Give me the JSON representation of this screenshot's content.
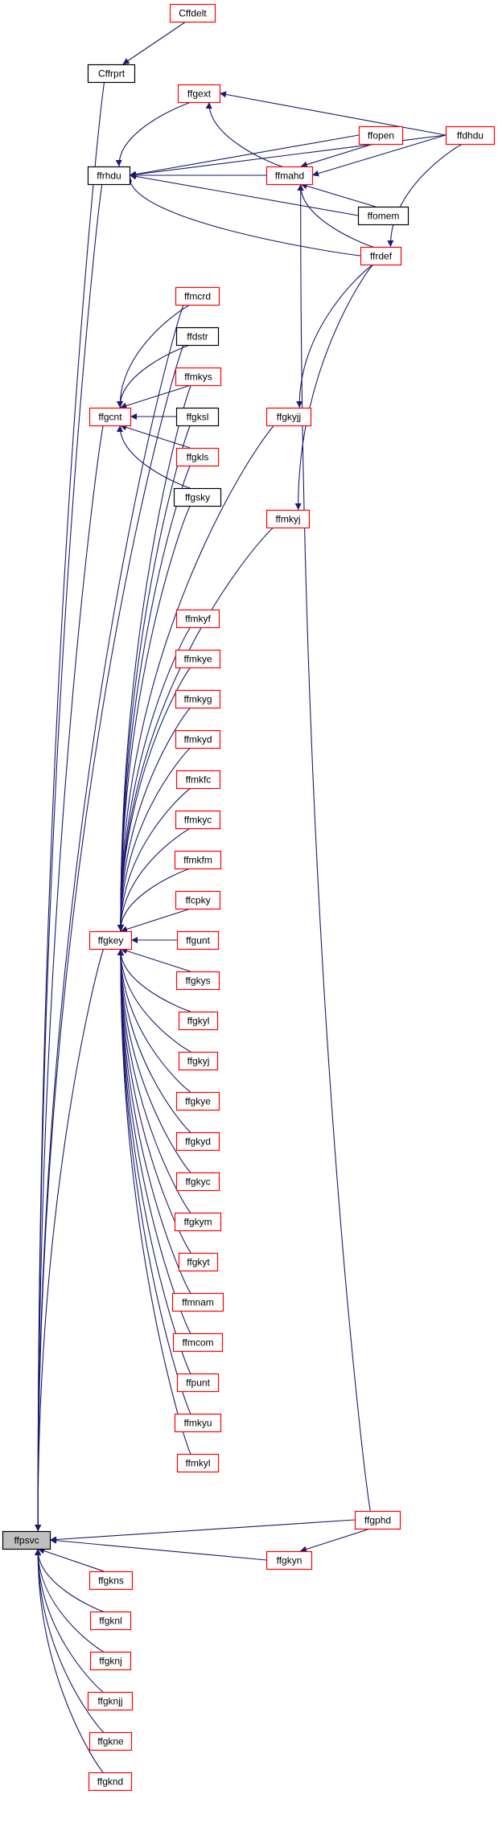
{
  "colors": {
    "edge": "#191970",
    "linked_border": "#ff0000",
    "plain_border": "#000000",
    "focus_fill": "#bfbfbf",
    "node_fill": "#ffffff"
  },
  "nodes": [
    {
      "id": "ffpsvc",
      "label": "ffpsvc",
      "kind": "focus"
    },
    {
      "id": "Cffdelt",
      "label": "Cffdelt",
      "kind": "linked"
    },
    {
      "id": "Cffrprt",
      "label": "Cffrprt",
      "kind": "plain"
    },
    {
      "id": "ffgext",
      "label": "ffgext",
      "kind": "linked"
    },
    {
      "id": "ffdhdu",
      "label": "ffdhdu",
      "kind": "linked"
    },
    {
      "id": "ffopen",
      "label": "ffopen",
      "kind": "linked"
    },
    {
      "id": "ffrhdu",
      "label": "ffrhdu",
      "kind": "plain"
    },
    {
      "id": "ffmahd",
      "label": "ffmahd",
      "kind": "linked"
    },
    {
      "id": "ffomem",
      "label": "ffomem",
      "kind": "plain"
    },
    {
      "id": "ffrdef",
      "label": "ffrdef",
      "kind": "linked"
    },
    {
      "id": "ffmcrd",
      "label": "ffmcrd",
      "kind": "linked"
    },
    {
      "id": "ffdstr",
      "label": "ffdstr",
      "kind": "plain"
    },
    {
      "id": "ffmkys",
      "label": "ffmkys",
      "kind": "linked"
    },
    {
      "id": "ffgcnt",
      "label": "ffgcnt",
      "kind": "linked"
    },
    {
      "id": "ffgksl",
      "label": "ffgksl",
      "kind": "plain"
    },
    {
      "id": "ffgkyjj",
      "label": "ffgkyjj",
      "kind": "linked"
    },
    {
      "id": "ffgkls",
      "label": "ffgkls",
      "kind": "linked"
    },
    {
      "id": "ffgsky",
      "label": "ffgsky",
      "kind": "plain"
    },
    {
      "id": "ffmkyj",
      "label": "ffmkyj",
      "kind": "linked"
    },
    {
      "id": "ffmkyf",
      "label": "ffmkyf",
      "kind": "linked"
    },
    {
      "id": "ffmkye",
      "label": "ffmkye",
      "kind": "linked"
    },
    {
      "id": "ffmkyg",
      "label": "ffmkyg",
      "kind": "linked"
    },
    {
      "id": "ffmkyd",
      "label": "ffmkyd",
      "kind": "linked"
    },
    {
      "id": "ffmkfc",
      "label": "ffmkfc",
      "kind": "linked"
    },
    {
      "id": "ffmkyc",
      "label": "ffmkyc",
      "kind": "linked"
    },
    {
      "id": "ffmkfm",
      "label": "ffmkfm",
      "kind": "linked"
    },
    {
      "id": "ffcpky",
      "label": "ffcpky",
      "kind": "linked"
    },
    {
      "id": "ffgkey",
      "label": "ffgkey",
      "kind": "linked"
    },
    {
      "id": "ffgunt",
      "label": "ffgunt",
      "kind": "linked"
    },
    {
      "id": "ffgkys",
      "label": "ffgkys",
      "kind": "linked"
    },
    {
      "id": "ffgkyl",
      "label": "ffgkyl",
      "kind": "linked"
    },
    {
      "id": "ffgkyj",
      "label": "ffgkyj",
      "kind": "linked"
    },
    {
      "id": "ffgkye",
      "label": "ffgkye",
      "kind": "linked"
    },
    {
      "id": "ffgkyd",
      "label": "ffgkyd",
      "kind": "linked"
    },
    {
      "id": "ffgkyc",
      "label": "ffgkyc",
      "kind": "linked"
    },
    {
      "id": "ffgkym",
      "label": "ffgkym",
      "kind": "linked"
    },
    {
      "id": "ffgkyt",
      "label": "ffgkyt",
      "kind": "linked"
    },
    {
      "id": "ffmnam",
      "label": "ffmnam",
      "kind": "linked"
    },
    {
      "id": "ffmcom",
      "label": "ffmcom",
      "kind": "linked"
    },
    {
      "id": "ffpunt",
      "label": "ffpunt",
      "kind": "linked"
    },
    {
      "id": "ffmkyu",
      "label": "ffmkyu",
      "kind": "linked"
    },
    {
      "id": "ffmkyl",
      "label": "ffmkyl",
      "kind": "linked"
    },
    {
      "id": "ffgphd",
      "label": "ffgphd",
      "kind": "linked"
    },
    {
      "id": "ffgkyn",
      "label": "ffgkyn",
      "kind": "linked"
    },
    {
      "id": "ffgkns",
      "label": "ffgkns",
      "kind": "linked"
    },
    {
      "id": "ffgknl",
      "label": "ffgknl",
      "kind": "linked"
    },
    {
      "id": "ffgknj",
      "label": "ffgknj",
      "kind": "linked"
    },
    {
      "id": "ffgknjj",
      "label": "ffgknjj",
      "kind": "linked"
    },
    {
      "id": "ffgkne",
      "label": "ffgkne",
      "kind": "linked"
    },
    {
      "id": "ffgknd",
      "label": "ffgknd",
      "kind": "linked"
    }
  ],
  "edges": [
    {
      "from": "Cffdelt",
      "to": "Cffrprt"
    },
    {
      "from": "Cffrprt",
      "to": "ffpsvc"
    },
    {
      "from": "ffgext",
      "to": "ffrhdu"
    },
    {
      "from": "ffdhdu",
      "to": "ffgext"
    },
    {
      "from": "ffmahd",
      "to": "ffgext"
    },
    {
      "from": "ffdhdu",
      "to": "ffrhdu"
    },
    {
      "from": "ffopen",
      "to": "ffrhdu"
    },
    {
      "from": "ffmahd",
      "to": "ffrhdu"
    },
    {
      "from": "ffomem",
      "to": "ffrhdu"
    },
    {
      "from": "ffrdef",
      "to": "ffrhdu"
    },
    {
      "from": "ffopen",
      "to": "ffmahd"
    },
    {
      "from": "ffdhdu",
      "to": "ffmahd"
    },
    {
      "from": "ffomem",
      "to": "ffmahd"
    },
    {
      "from": "ffrdef",
      "to": "ffmahd"
    },
    {
      "from": "ffgphd",
      "to": "ffmahd"
    },
    {
      "from": "ffdhdu",
      "to": "ffrdef"
    },
    {
      "from": "ffrhdu",
      "to": "ffpsvc"
    },
    {
      "from": "ffrdef",
      "to": "ffgkyjj"
    },
    {
      "from": "ffrdef",
      "to": "ffmkyj"
    },
    {
      "from": "ffmcrd",
      "to": "ffgcnt"
    },
    {
      "from": "ffdstr",
      "to": "ffgcnt"
    },
    {
      "from": "ffmkys",
      "to": "ffgcnt"
    },
    {
      "from": "ffgksl",
      "to": "ffgcnt"
    },
    {
      "from": "ffgkls",
      "to": "ffgcnt"
    },
    {
      "from": "ffgsky",
      "to": "ffgcnt"
    },
    {
      "from": "ffmcrd",
      "to": "ffpsvc"
    },
    {
      "from": "ffdstr",
      "to": "ffpsvc"
    },
    {
      "from": "ffgcnt",
      "to": "ffpsvc"
    },
    {
      "from": "ffmkys",
      "to": "ffgkey"
    },
    {
      "from": "ffgksl",
      "to": "ffgkey"
    },
    {
      "from": "ffgkyjj",
      "to": "ffgkey"
    },
    {
      "from": "ffgkls",
      "to": "ffgkey"
    },
    {
      "from": "ffgsky",
      "to": "ffgkey"
    },
    {
      "from": "ffmkyj",
      "to": "ffgkey"
    },
    {
      "from": "ffmkyf",
      "to": "ffgkey"
    },
    {
      "from": "ffmkye",
      "to": "ffgkey"
    },
    {
      "from": "ffmkyg",
      "to": "ffgkey"
    },
    {
      "from": "ffmkyd",
      "to": "ffgkey"
    },
    {
      "from": "ffmkfc",
      "to": "ffgkey"
    },
    {
      "from": "ffmkyc",
      "to": "ffgkey"
    },
    {
      "from": "ffmkfm",
      "to": "ffgkey"
    },
    {
      "from": "ffcpky",
      "to": "ffgkey"
    },
    {
      "from": "ffgunt",
      "to": "ffgkey"
    },
    {
      "from": "ffgkys",
      "to": "ffgkey"
    },
    {
      "from": "ffgkyl",
      "to": "ffgkey"
    },
    {
      "from": "ffgkyj",
      "to": "ffgkey"
    },
    {
      "from": "ffgkye",
      "to": "ffgkey"
    },
    {
      "from": "ffgkyd",
      "to": "ffgkey"
    },
    {
      "from": "ffgkyc",
      "to": "ffgkey"
    },
    {
      "from": "ffgkym",
      "to": "ffgkey"
    },
    {
      "from": "ffgkyt",
      "to": "ffgkey"
    },
    {
      "from": "ffmnam",
      "to": "ffgkey"
    },
    {
      "from": "ffmcom",
      "to": "ffgkey"
    },
    {
      "from": "ffpunt",
      "to": "ffgkey"
    },
    {
      "from": "ffmkyu",
      "to": "ffgkey"
    },
    {
      "from": "ffmkyl",
      "to": "ffgkey"
    },
    {
      "from": "ffgkey",
      "to": "ffpsvc"
    },
    {
      "from": "ffgphd",
      "to": "ffpsvc"
    },
    {
      "from": "ffgphd",
      "to": "ffgkyn"
    },
    {
      "from": "ffgkyn",
      "to": "ffpsvc"
    },
    {
      "from": "ffgkns",
      "to": "ffpsvc"
    },
    {
      "from": "ffgknl",
      "to": "ffpsvc"
    },
    {
      "from": "ffgknj",
      "to": "ffpsvc"
    },
    {
      "from": "ffgknjj",
      "to": "ffpsvc"
    },
    {
      "from": "ffgkne",
      "to": "ffpsvc"
    },
    {
      "from": "ffgknd",
      "to": "ffpsvc"
    }
  ]
}
